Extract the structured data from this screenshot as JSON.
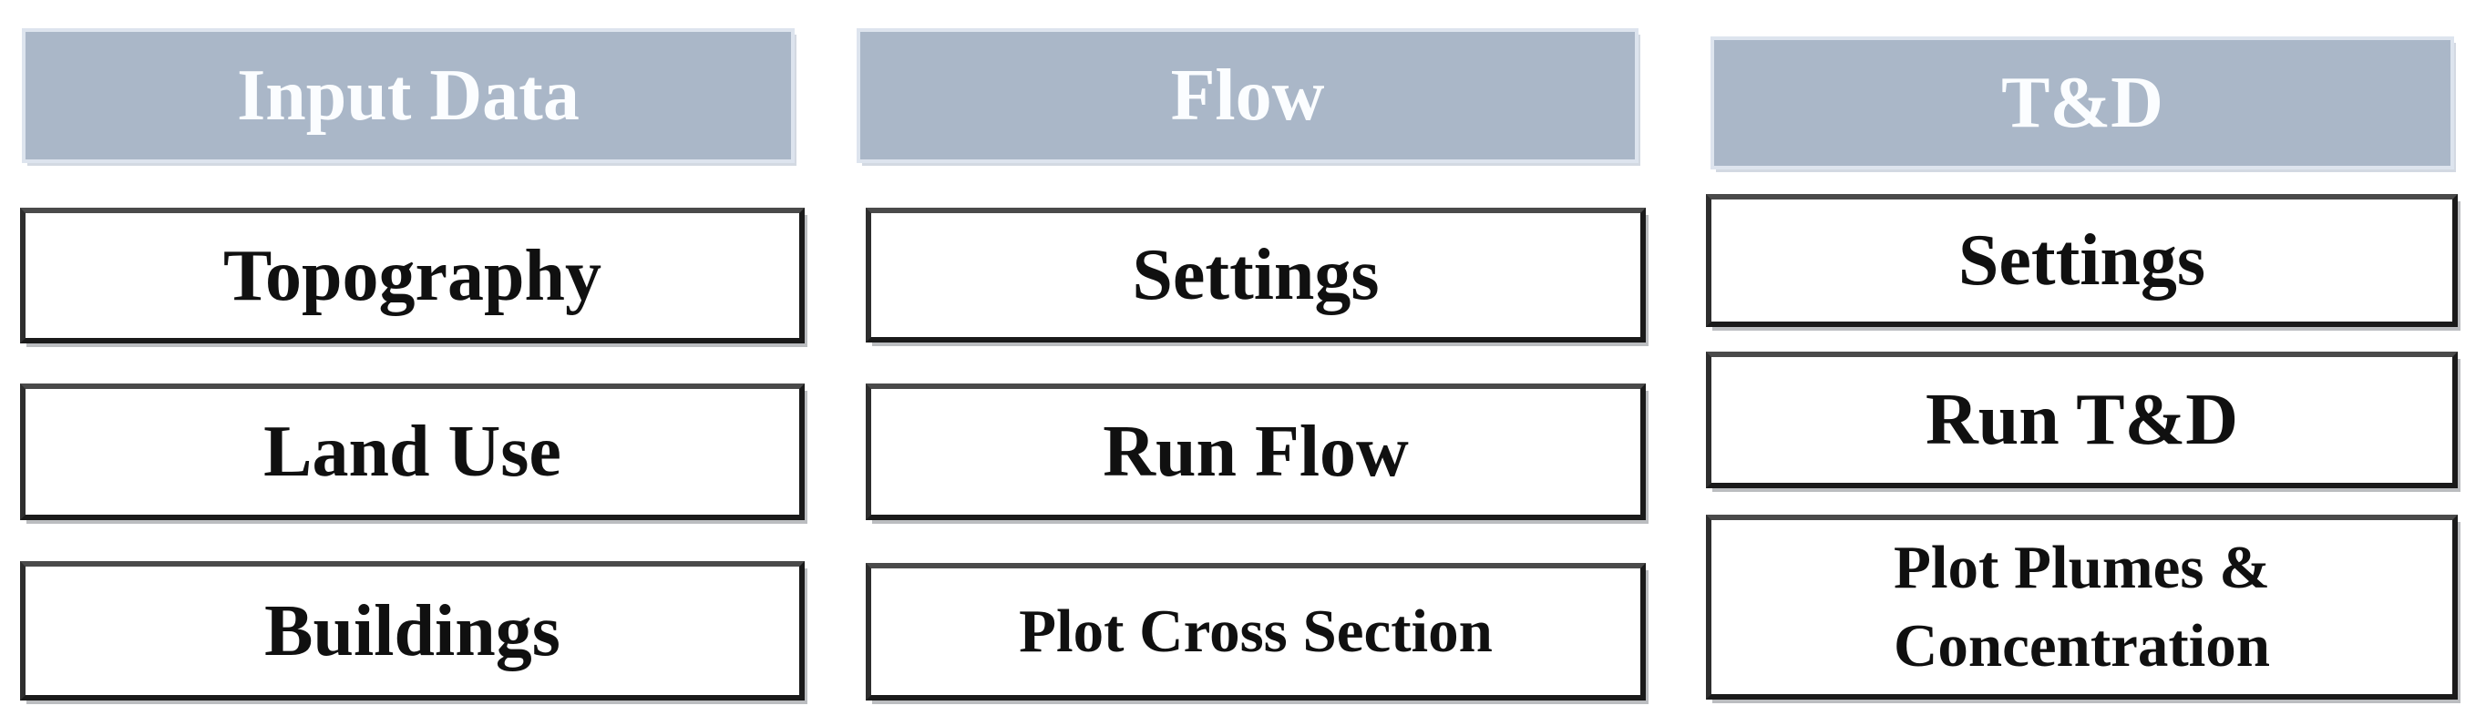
{
  "colors": {
    "page_background": "#ffffff",
    "header_fill": "#aab7c8",
    "header_text": "#fbfdff",
    "header_edge": "#dde4ee",
    "button_fill": "#ffffff",
    "button_border": "#1a1a1a",
    "button_text": "#101010"
  },
  "columns": [
    {
      "header": {
        "label": "Input Data"
      },
      "buttons": [
        {
          "label": "Topography"
        },
        {
          "label": "Land Use"
        },
        {
          "label": "Buildings"
        }
      ]
    },
    {
      "header": {
        "label": "Flow"
      },
      "buttons": [
        {
          "label": "Settings"
        },
        {
          "label": "Run Flow"
        },
        {
          "label": "Plot Cross Section"
        }
      ]
    },
    {
      "header": {
        "label": "T&D"
      },
      "buttons": [
        {
          "label": "Settings"
        },
        {
          "label": "Run T&D"
        },
        {
          "label": "Plot Plumes & Concentration"
        }
      ]
    }
  ]
}
